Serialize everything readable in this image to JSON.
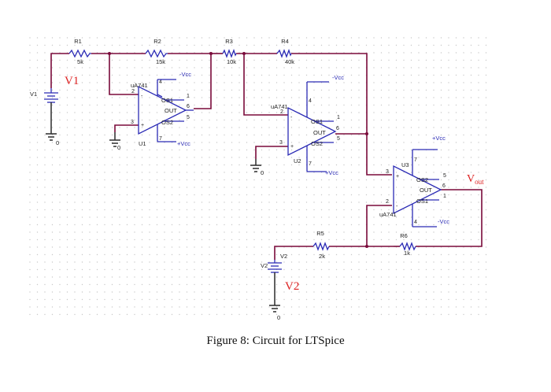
{
  "components": {
    "R1": {
      "ref": "R1",
      "value": "5k"
    },
    "R2": {
      "ref": "R2",
      "value": "15k"
    },
    "R3": {
      "ref": "R3",
      "value": "10k"
    },
    "R4": {
      "ref": "R4",
      "value": "40k"
    },
    "R5": {
      "ref": "R5",
      "value": "2k"
    },
    "R6": {
      "ref": "R6",
      "value": "1k"
    },
    "U1": {
      "ref": "U1",
      "part": "uA741"
    },
    "U2": {
      "ref": "U2",
      "part": "uA741"
    },
    "U3": {
      "ref": "U3",
      "part": "uA741"
    },
    "V1": {
      "ref": "V1"
    },
    "V2": {
      "ref": "V2",
      "value": "V2"
    }
  },
  "pins": {
    "out": "OUT",
    "os1": "OS1",
    "os2": "OS2",
    "p1": "1",
    "p2": "2",
    "p3": "3",
    "p4": "4",
    "p5": "5",
    "p6": "6",
    "p7": "7",
    "plus": "+",
    "minus": "-"
  },
  "net_labels": {
    "neg_supply": "-Vcc",
    "pos_supply": "+Vcc",
    "ground": "0"
  },
  "annotations": {
    "v1": "V1",
    "v2": "V2",
    "vout_main": "V",
    "vout_sub": "out"
  },
  "caption": "Figure 8: Circuit for LTSpice",
  "colors": {
    "wire": "#7a0a3a",
    "part": "#2b2bb5",
    "annotation": "#d22222"
  }
}
